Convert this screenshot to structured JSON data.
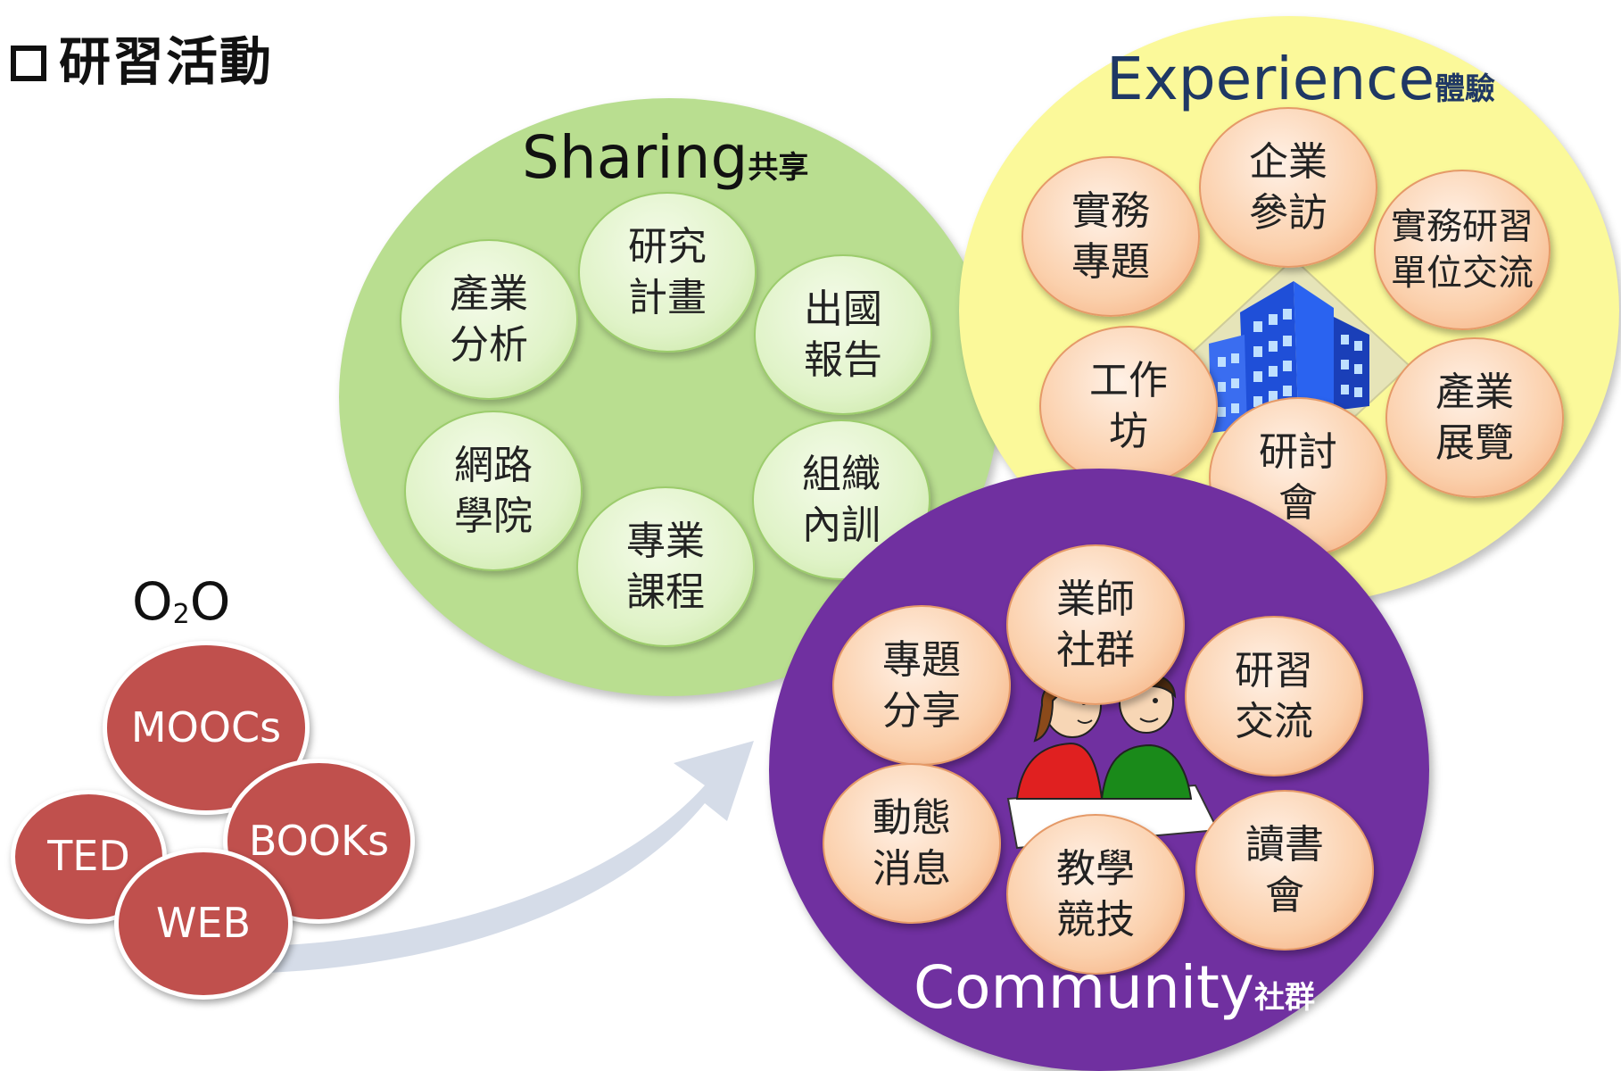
{
  "page_title": "研習活動",
  "colors": {
    "sharing_fill": "#b9de90",
    "experience_fill": "#fbf99a",
    "community_fill": "#7030a0",
    "o2o_fill": "#c0504d",
    "arrow_fill": "#d0d8e6"
  },
  "o2o": {
    "label": "O2O",
    "label_main_1": "O",
    "label_sub": "2",
    "label_main_2": "O",
    "items": [
      "MOOCs",
      "TED",
      "BOOKs",
      "WEB"
    ]
  },
  "sharing": {
    "title": "Sharing",
    "title_sub": "共享",
    "items": [
      "研究\n計畫",
      "產業\n分析",
      "出國\n報告",
      "網路\n學院",
      "組織\n內訓",
      "專業\n課程"
    ]
  },
  "experience": {
    "title": "Experience",
    "title_sub": "體驗",
    "items": [
      "企業\n參訪",
      "實務\n專題",
      "實務研習\n單位交流",
      "工作\n坊",
      "產業\n展覽",
      "研討\n會"
    ],
    "image": "office-building-icon"
  },
  "community": {
    "title": "Community",
    "title_sub": "社群",
    "items": [
      "業師\n社群",
      "專題\n分享",
      "研習\n交流",
      "動態\n消息",
      "讀書\n會",
      "教學\n競技"
    ],
    "image": "people-studying-icon"
  }
}
